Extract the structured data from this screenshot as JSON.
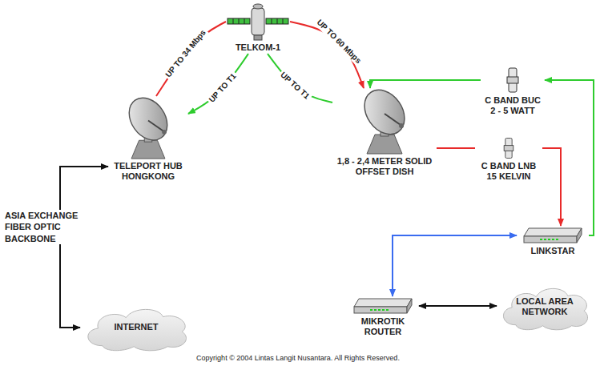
{
  "diagram": {
    "nodes": [
      {
        "text": [
          "TELKOM-1"
        ]
      },
      {
        "text": [
          "TELEPORT HUB HONGKONG"
        ]
      },
      {
        "text": [
          "1,8 - 2,4 METER SOLID OFFSET DISH"
        ]
      },
      {
        "text": [
          "C BAND BUC 2 - 5 WATT"
        ]
      },
      {
        "text": [
          "C BAND LNB 15 KELVIN"
        ]
      },
      {
        "text": [
          "LINKSTAR"
        ]
      },
      {
        "text": [
          "MIKROTIK ROUTER"
        ]
      },
      {
        "text": [
          "LOCAL AREA NETWORK"
        ]
      },
      {
        "text": [
          "INTERNET"
        ]
      }
    ],
    "edges": [
      {
        "from": 1,
        "to": 0,
        "label": "UP TO 34 Mbps",
        "arrow": "none"
      },
      {
        "from": 0,
        "to": 2,
        "label": "UP TO 60 Mbps",
        "arrow": "to"
      },
      {
        "from": 0,
        "to": 1,
        "label": "UP TO T1",
        "arrow": "to"
      },
      {
        "from": 2,
        "to": 0,
        "label": "UP TO T1",
        "arrow": "none"
      },
      {
        "from": 5,
        "to": 3,
        "arrow": "to"
      },
      {
        "from": 3,
        "to": 2,
        "arrow": "to"
      },
      {
        "from": 2,
        "to": 4,
        "arrow": "none"
      },
      {
        "from": 4,
        "to": 5,
        "arrow": "to"
      },
      {
        "from": 5,
        "to": 6,
        "arrow": "both"
      },
      {
        "from": 6,
        "to": 7,
        "arrow": "both"
      },
      {
        "from": 1,
        "to": 8,
        "arrow": "both"
      }
    ],
    "labels": [
      "ASIA EXCHANGE FIBER OPTIC BACKBONE",
      "Copyright © 2004 Lintas Langit Nusantara. All Rights Reserved."
    ]
  }
}
